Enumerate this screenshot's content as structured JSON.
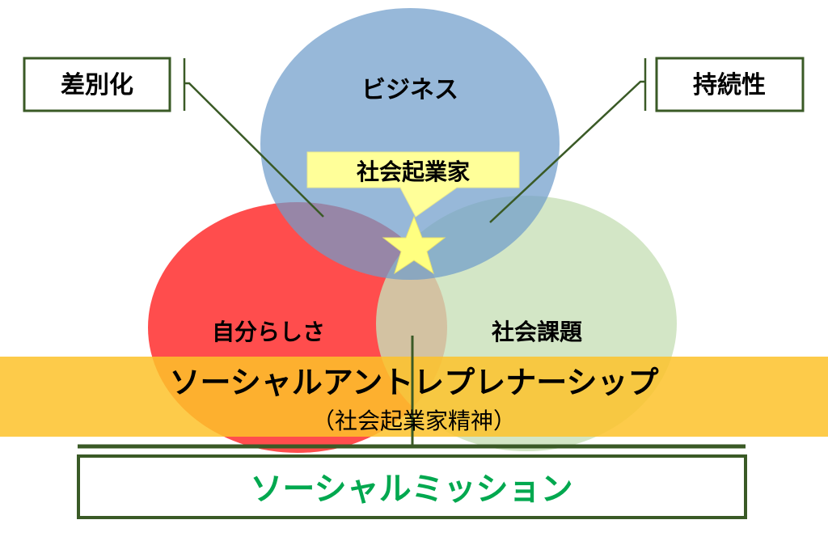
{
  "circles": {
    "business": "ビジネス",
    "self": "自分らしさ",
    "social_issue": "社会課題"
  },
  "callout": "社会起業家",
  "left_label": "差別化",
  "right_label": "持続性",
  "band": {
    "title": "ソーシャルアントレプレナーシップ",
    "subtitle": "（社会起業家精神）"
  },
  "mission": "ソーシャルミッション",
  "colors": {
    "business": "#8fb4d9",
    "self": "#ff4d4d",
    "social_issue": "#d3e6c6",
    "band": "#fdc830",
    "callout": "#ffff99",
    "line": "#3a5a26",
    "mission_text": "#00a84f"
  }
}
